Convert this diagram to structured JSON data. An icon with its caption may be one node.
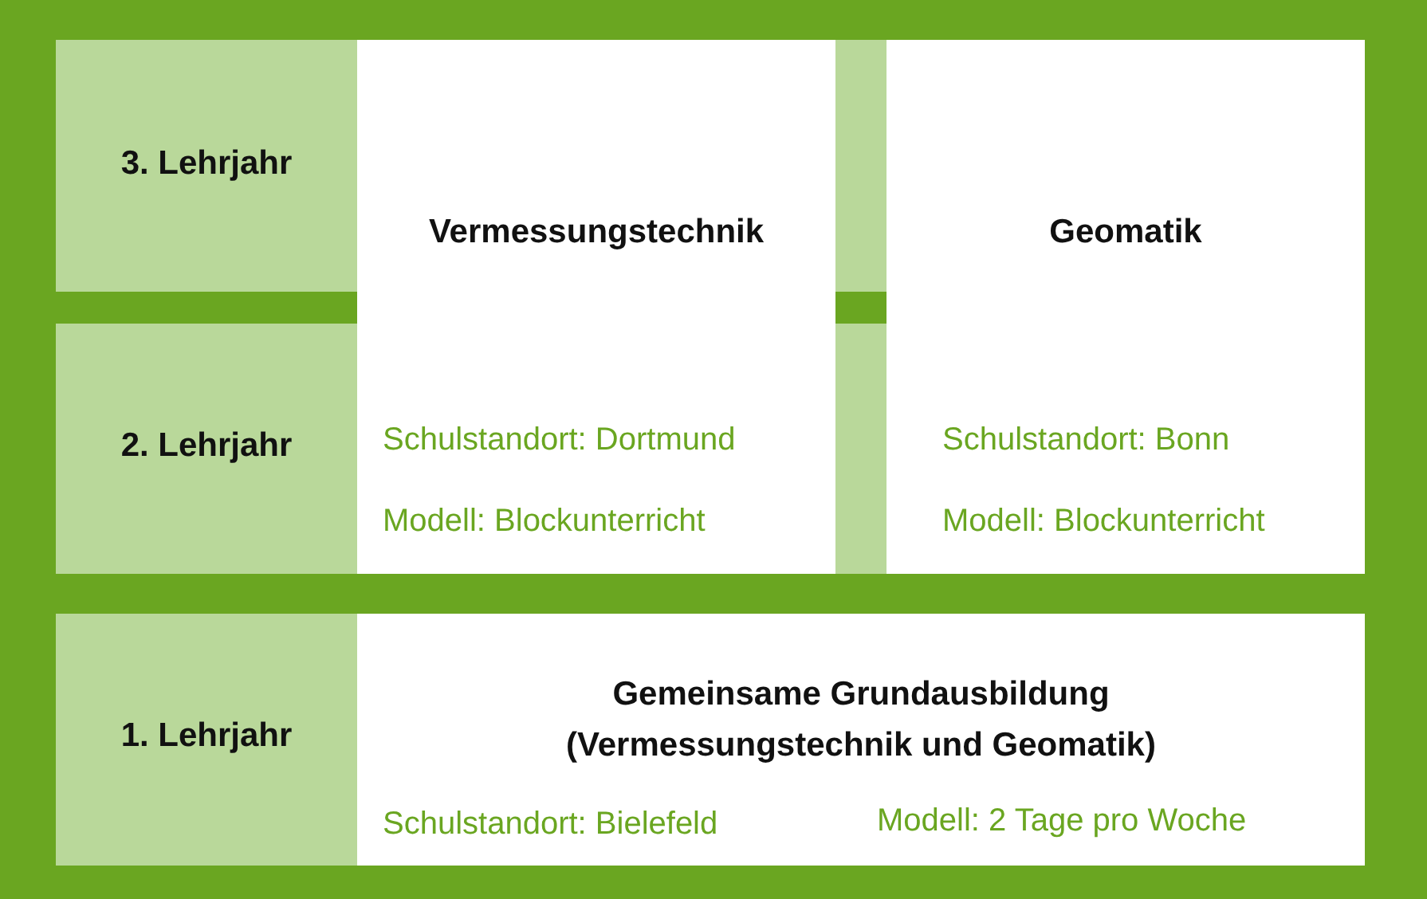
{
  "diagram": {
    "nodes": [
      {
        "text": [
          "3. Lehrjahr"
        ]
      },
      {
        "text": [
          "Vermessungstechnik",
          "Schulstandort: Dortmund",
          "Modell: Blockunterricht"
        ]
      },
      {
        "text": [
          "Geomatik",
          "Schulstandort: Bonn",
          "Modell: Blockunterricht"
        ]
      },
      {
        "text": [
          "2. Lehrjahr"
        ]
      },
      {
        "text": [
          "1. Lehrjahr"
        ]
      },
      {
        "text": [
          "Gemeinsame Grundausbildung (Vermessungstechnik und Geomatik)",
          "Schulstandort: Bielefeld",
          "Modell: 2 Tage pro Woche"
        ]
      }
    ]
  }
}
